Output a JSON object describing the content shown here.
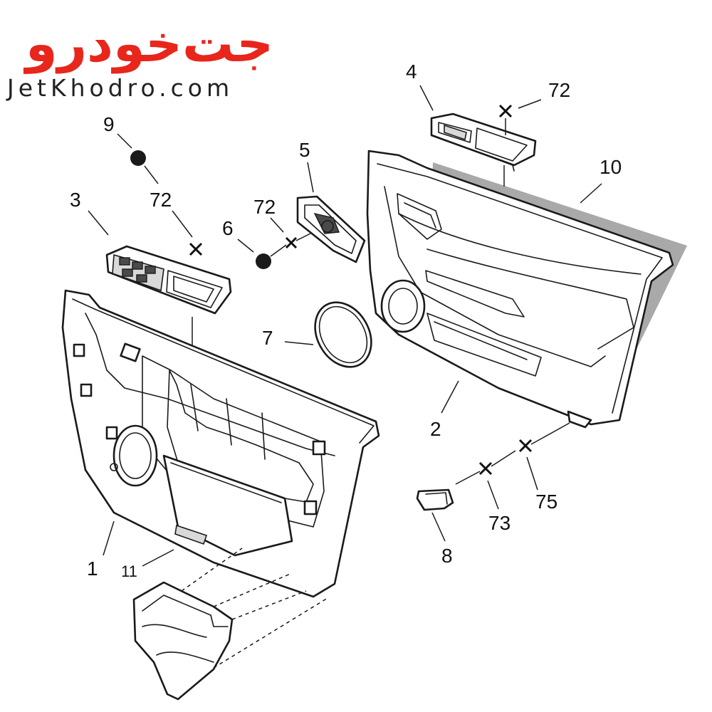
{
  "brand": {
    "logo_fa": "جت‌خودرو",
    "logo_en": "JetKhodro.com",
    "accent": "#e8261c"
  },
  "callouts": [
    {
      "id": "label-1",
      "text": "1"
    },
    {
      "id": "label-2",
      "text": "2"
    },
    {
      "id": "label-3",
      "text": "3"
    },
    {
      "id": "label-4",
      "text": "4"
    },
    {
      "id": "label-5",
      "text": "5"
    },
    {
      "id": "label-6",
      "text": "6"
    },
    {
      "id": "label-7",
      "text": "7"
    },
    {
      "id": "label-8",
      "text": "8"
    },
    {
      "id": "label-9",
      "text": "9"
    },
    {
      "id": "label-10",
      "text": "10"
    },
    {
      "id": "label-11",
      "text": "11"
    },
    {
      "id": "label-72a",
      "text": "72"
    },
    {
      "id": "label-72b",
      "text": "72"
    },
    {
      "id": "label-72c",
      "text": "72"
    },
    {
      "id": "label-73",
      "text": "73"
    },
    {
      "id": "label-75",
      "text": "75"
    }
  ]
}
